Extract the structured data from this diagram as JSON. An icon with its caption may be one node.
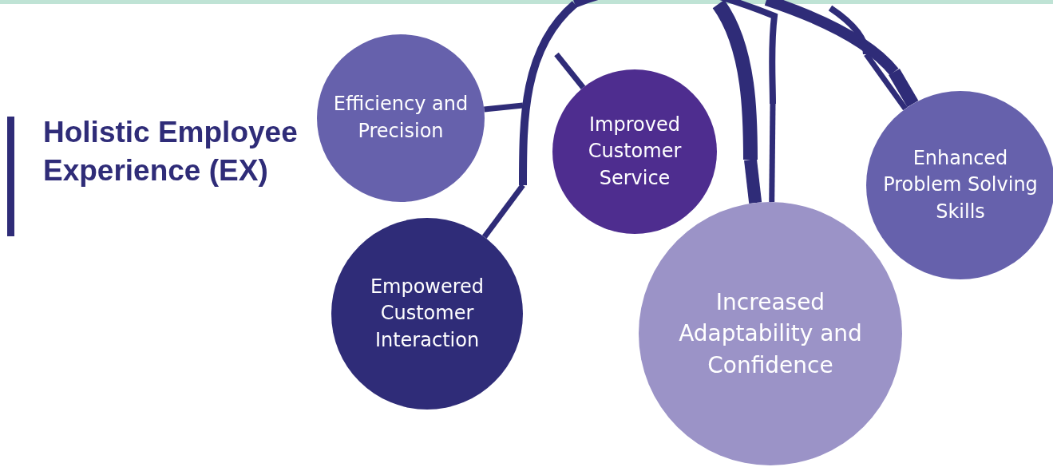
{
  "diagram": {
    "title": "Holistic Employee Experience (EX)",
    "nodes": [
      {
        "text": [
          "Efficiency and Precision"
        ]
      },
      {
        "text": [
          "Improved Customer Service"
        ]
      },
      {
        "text": [
          "Empowered Customer Interaction"
        ]
      },
      {
        "text": [
          "Increased Adaptability and Confidence"
        ]
      },
      {
        "text": [
          "Enhanced Problem Solving Skills"
        ]
      }
    ],
    "edges": [
      {
        "from": null,
        "to": 0,
        "arrow": "none"
      },
      {
        "from": null,
        "to": 1,
        "arrow": "none"
      },
      {
        "from": null,
        "to": 2,
        "arrow": "none"
      },
      {
        "from": null,
        "to": 3,
        "arrow": "none",
        "style": "thick"
      },
      {
        "from": null,
        "to": 3,
        "arrow": "none"
      },
      {
        "from": null,
        "to": 4,
        "arrow": "none",
        "style": "thick"
      },
      {
        "from": null,
        "to": 4,
        "arrow": "none"
      }
    ]
  }
}
